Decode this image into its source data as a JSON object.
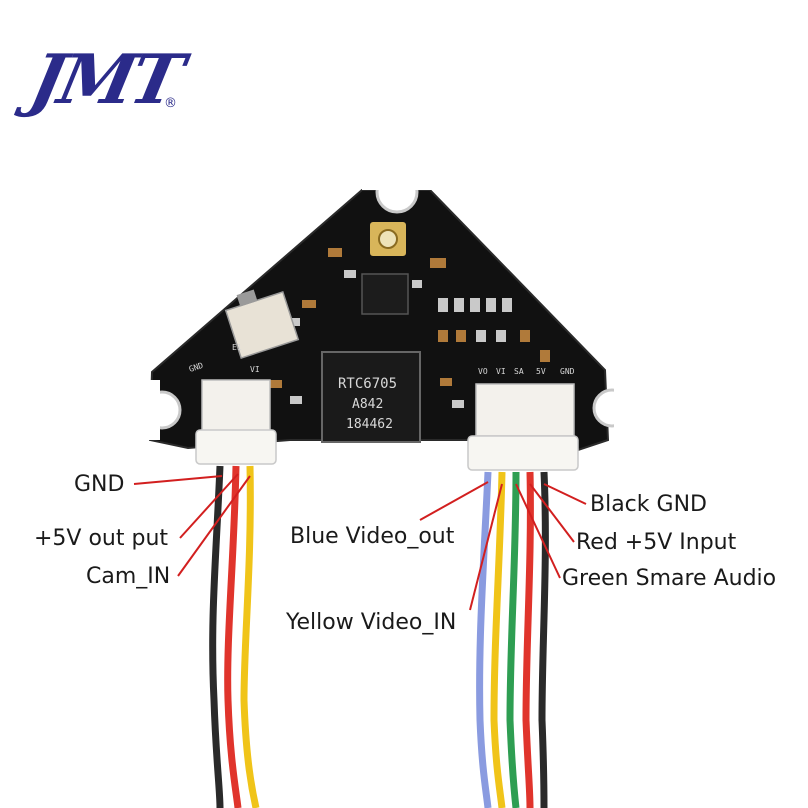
{
  "brand": {
    "logo_text": "JMT",
    "registered_mark": "®",
    "color": "#2b2b8a"
  },
  "board": {
    "chip_lines": [
      "RTC6705",
      "A842",
      "184462"
    ],
    "left_pads": [
      "GND",
      "VI"
    ],
    "left_label_top": "E1",
    "right_pads": [
      "GND",
      "5V",
      "SA",
      "VI",
      "VO"
    ]
  },
  "annotations": {
    "left": [
      {
        "text": "GND"
      },
      {
        "text": "+5V out put"
      },
      {
        "text": "Cam_IN"
      }
    ],
    "middle": [
      {
        "text": "Blue Video_out"
      },
      {
        "text": "Yellow Video_IN"
      }
    ],
    "right": [
      {
        "text": "Black GND"
      },
      {
        "text": "Red +5V Input"
      },
      {
        "text": "Green Smare Audio"
      }
    ]
  },
  "wire_colors": {
    "black": "#2a2a2a",
    "red": "#e0342c",
    "yellow": "#f0c419",
    "green": "#2e9e52",
    "blue": "#8a9be0",
    "label_line": "#d21f1f"
  }
}
